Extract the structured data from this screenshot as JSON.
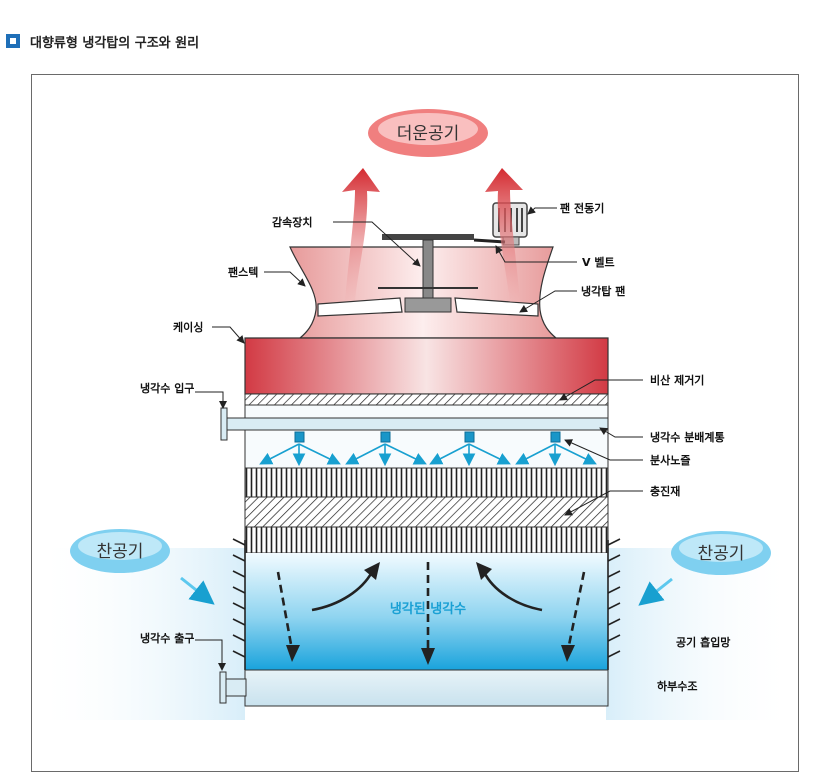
{
  "header": {
    "title": "대향류형 냉각탑의 구조와 원리",
    "icon": "square-bullet-icon"
  },
  "diagram": {
    "hot_air": "더운공기",
    "cold_air_left": "찬공기",
    "cold_air_right": "찬공기",
    "cooled_water": "냉각된 냉각수",
    "labels": {
      "fan_motor": "팬 전동기",
      "speed_reducer": "감속장치",
      "v_belt": "V 벨트",
      "fan_stack": "팬스텍",
      "fan": "냉각탑 팬",
      "casing": "케이싱",
      "drift_eliminator": "비산 제거기",
      "water_inlet": "냉각수 입구",
      "distribution_pipe": "냉각수 분배계통",
      "spray_nozzle": "분사노즐",
      "fill": "충진재",
      "water_outlet": "냉각수 출구",
      "air_inlet_louver": "공기 흡입망",
      "lower_basin": "하부수조"
    },
    "colors": {
      "hot": "#d8424a",
      "cold": "#1aa6dc",
      "arrow_blue": "#18a0d0",
      "nozzle": "#1a96c8"
    }
  }
}
